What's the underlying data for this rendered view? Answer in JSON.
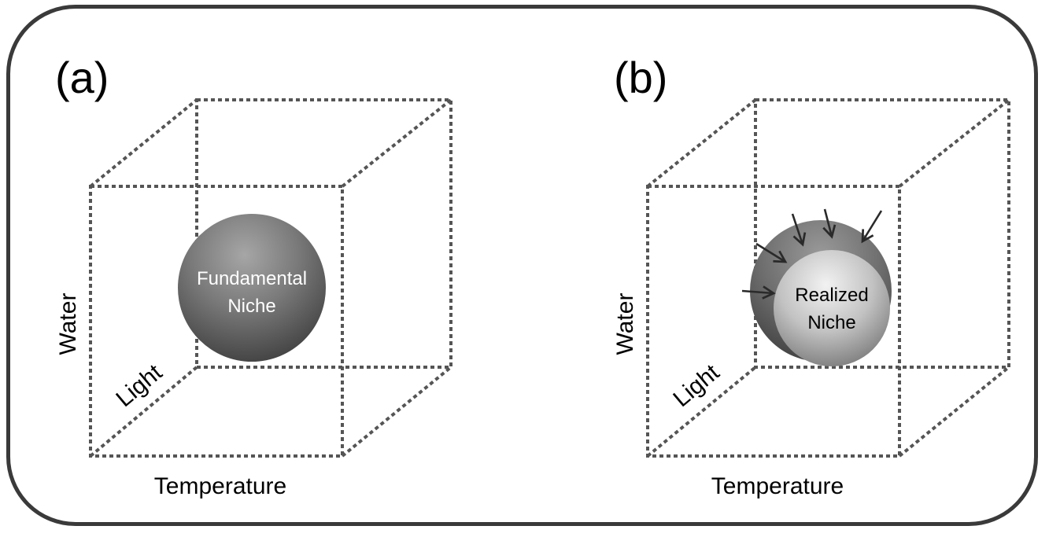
{
  "panels": [
    {
      "id": "a",
      "label": "(a)",
      "axes": {
        "vertical": "Water",
        "depth": "Light",
        "horizontal": "Temperature"
      },
      "niche": {
        "line1": "Fundamental",
        "line2": "Niche"
      }
    },
    {
      "id": "b",
      "label": "(b)",
      "axes": {
        "vertical": "Water",
        "depth": "Light",
        "horizontal": "Temperature"
      },
      "niche": {
        "line1": "Realized",
        "line2": "Niche"
      }
    }
  ],
  "colors": {
    "frame": "#3a3a3a",
    "dashed_edges": "#555555",
    "sphere_dark": "#3c3c3c",
    "sphere_light": "#d8d8d8",
    "arrows": "#2a2a2a"
  }
}
